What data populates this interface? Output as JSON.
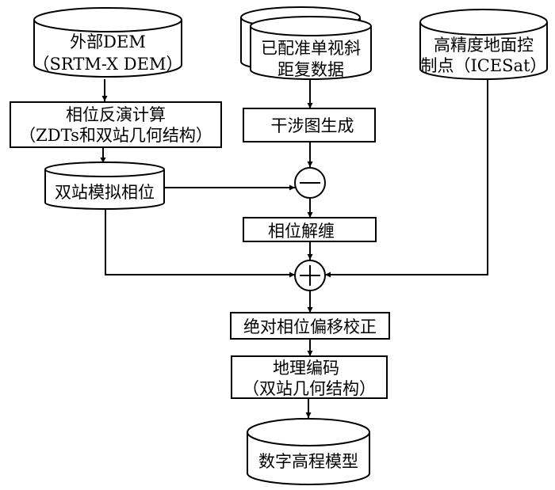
{
  "diagram": {
    "title": "",
    "nodes": {
      "external_dem": {
        "type": "database",
        "lines": [
          "外部DEM",
          "（SRTM-X DEM）"
        ]
      },
      "phase_inversion": {
        "type": "process",
        "lines": [
          "相位反演计算",
          "（ZDTs和双站几何结构）"
        ]
      },
      "simulated_phase": {
        "type": "database",
        "lines": [
          "双站模拟相位"
        ]
      },
      "registered_data": {
        "type": "database-stack",
        "lines": [
          "已配准单视斜",
          "距复数据"
        ]
      },
      "interferogram": {
        "type": "process",
        "lines": [
          "干涉图生成"
        ]
      },
      "subtract": {
        "type": "operator",
        "symbol": "minus"
      },
      "unwrapping": {
        "type": "process",
        "lines": [
          "相位解缠"
        ]
      },
      "add": {
        "type": "operator",
        "symbol": "plus"
      },
      "control_points": {
        "type": "database",
        "lines": [
          "高精度地面控",
          "制点（ICESat）"
        ]
      },
      "absolute_offset": {
        "type": "process",
        "lines": [
          "绝对相位偏移校正"
        ]
      },
      "geocoding": {
        "type": "process",
        "lines": [
          "地理编码",
          "（双站几何结构）"
        ]
      },
      "dem_output": {
        "type": "database",
        "lines": [
          "数字高程模型"
        ]
      }
    },
    "edges": [
      [
        "external_dem",
        "phase_inversion"
      ],
      [
        "phase_inversion",
        "simulated_phase"
      ],
      [
        "simulated_phase",
        "subtract"
      ],
      [
        "simulated_phase",
        "add"
      ],
      [
        "registered_data",
        "interferogram"
      ],
      [
        "interferogram",
        "subtract"
      ],
      [
        "subtract",
        "unwrapping"
      ],
      [
        "unwrapping",
        "add"
      ],
      [
        "control_points",
        "add"
      ],
      [
        "add",
        "absolute_offset"
      ],
      [
        "absolute_offset",
        "geocoding"
      ],
      [
        "geocoding",
        "dem_output"
      ]
    ]
  }
}
